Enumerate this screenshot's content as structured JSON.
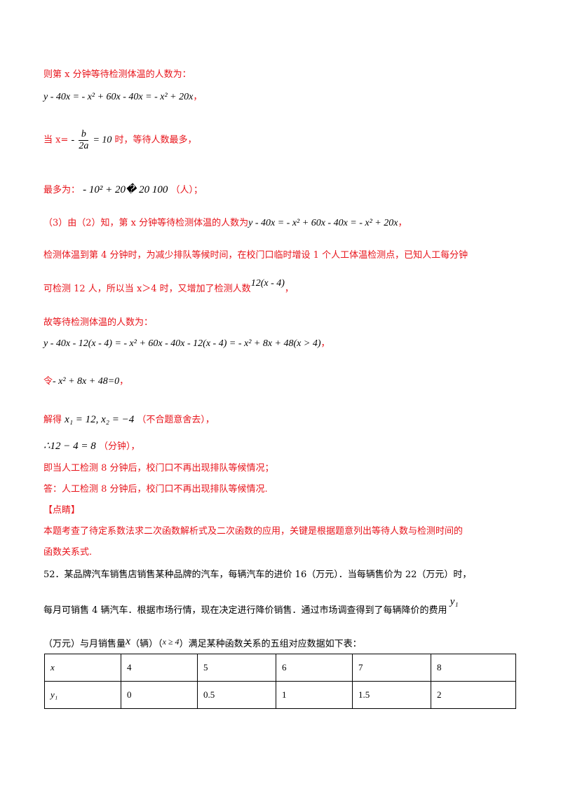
{
  "lines": {
    "l1": "则第 x 分钟等待检测体温的人数为：",
    "l2_math": "y - 40x = - x² + 60x - 40x = - x² + 20x",
    "l2_punct": "，",
    "l3_pre": "当 x=",
    "l3_frac_num": "b",
    "l3_frac_den": "2a",
    "l3_math_rest": "= 10",
    "l3_post": "时，等待人数最多，",
    "l4_pre": "最多为：",
    "l4_math": "- 10² + 20� 20   100",
    "l4_post": "（人）；",
    "l5_pre": "（3）由（2）知，第 x 分钟等待检测体温的人数为",
    "l5_math": "y - 40x = - x² + 60x - 40x = - x² + 20x",
    "l5_punct": "，",
    "l6": "检测体温到第 4 分钟时，为减少排队等候时间，在校门口临时增设 1 个人工体温检测点，已知人工每分钟",
    "l7_pre": "可检测 12 人，所以当 x＞4 时，又增加了检测人数",
    "l7_math": "12(x - 4)",
    "l7_punct": "，",
    "l8": "故等待检测体温的人数为：",
    "l9_math": "y - 40x - 12(x - 4) = - x² + 60x - 40x - 12(x - 4) = - x² + 8x + 48(x > 4)",
    "l9_punct": "，",
    "l10_pre": "令",
    "l10_math": "- x² + 8x + 48=0",
    "l10_punct": "，",
    "l11_pre": "解得",
    "l11_math": "x₁ = 12, x₂ = −4",
    "l11_post": "（不合题意舍去），",
    "l12_math": "∴12 − 4 = 8",
    "l12_post": "（分钟），",
    "l13": "即当人工检测 8 分钟后，校门口不再出现排队等候情况；",
    "l14": "答：人工检测 8 分钟后，校门口不再出现排队等候情况.",
    "l15": "【点睛】",
    "l16": "本题考查了待定系数法求二次函数解析式及二次函数的应用，关键是根据题意列出等待人数与检测时间的",
    "l17": "函数关系式.",
    "q1": "52．某品牌汽车销售店销售某种品牌的汽车，每辆汽车的进价 16（万元）．当每辆售价为 22（万元）时，",
    "q2_pre": "每月可销售 4 辆汽车．根据市场行情，现在决定进行降价销售．通过市场调查得到了每辆降价的费用",
    "q2_var": "y₁",
    "q3_pre": "（万元）与月销售量",
    "q3_var": "x",
    "q3_mid": "（辆）（",
    "q3_cond": "x ≥ 4",
    "q3_post": "）满足某种函数关系的五组对应数据如下表："
  },
  "table": {
    "row1": [
      "x",
      "4",
      "5",
      "6",
      "7",
      "8"
    ],
    "row2": [
      "y₁",
      "0",
      "0.5",
      "1",
      "1.5",
      "2"
    ]
  }
}
